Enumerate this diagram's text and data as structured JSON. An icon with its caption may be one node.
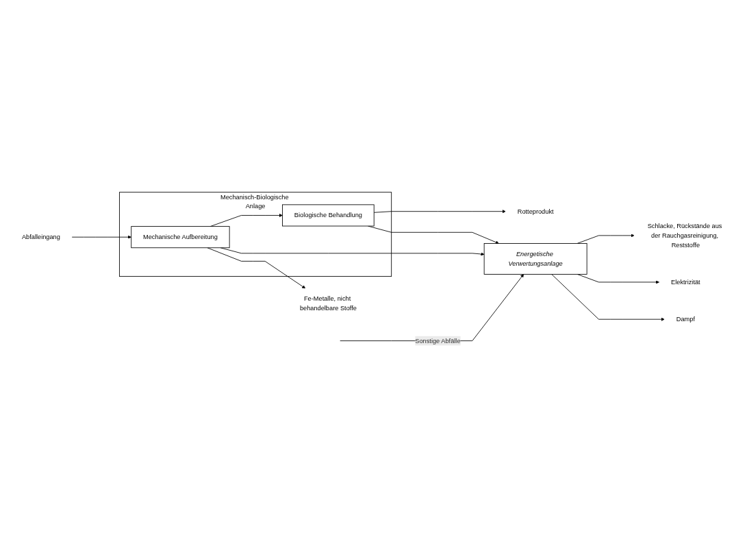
{
  "diagram": {
    "nodes": [
      {
        "text": [
          "Fe-Metalle, nicht behandelbare Stoffe"
        ]
      },
      {
        "text": [
          "Mechanisch-Biologische Anlage"
        ]
      },
      {
        "text": [
          "Abfalleingang"
        ]
      },
      {
        "text": [
          "Mechanische Aufbereitung"
        ],
        "in": 1
      },
      {
        "text": [
          "Biologische Behandlung"
        ],
        "in": 1
      },
      {
        "text": [
          "Rotteprodukt"
        ]
      },
      {
        "text": [
          "Energetische Verwertungsanlage"
        ]
      },
      {
        "text": [
          "Schlacke, Rückstände aus der Rauchgasreinigung, Reststoffe"
        ]
      },
      {
        "text": [
          "Elektrizität"
        ]
      },
      {
        "text": [
          "Dampf"
        ]
      }
    ],
    "edges": [
      {
        "from": 3,
        "to": 0,
        "arrow": "to"
      },
      {
        "from": 2,
        "to": 3,
        "arrow": "to"
      },
      {
        "from": 3,
        "to": 4,
        "arrow": "to"
      },
      {
        "from": 4,
        "to": 5,
        "arrow": "to"
      },
      {
        "from": 4,
        "to": 6,
        "arrow": "to"
      },
      {
        "from": 3,
        "to": 6,
        "arrow": "to"
      },
      {
        "from": null,
        "to": 6,
        "arrow": "to",
        "label": "Sonstige Abfälle"
      },
      {
        "from": 6,
        "to": 7,
        "arrow": "to"
      },
      {
        "from": 6,
        "to": 8,
        "arrow": "to"
      },
      {
        "from": 6,
        "to": 9,
        "arrow": "to"
      }
    ]
  }
}
